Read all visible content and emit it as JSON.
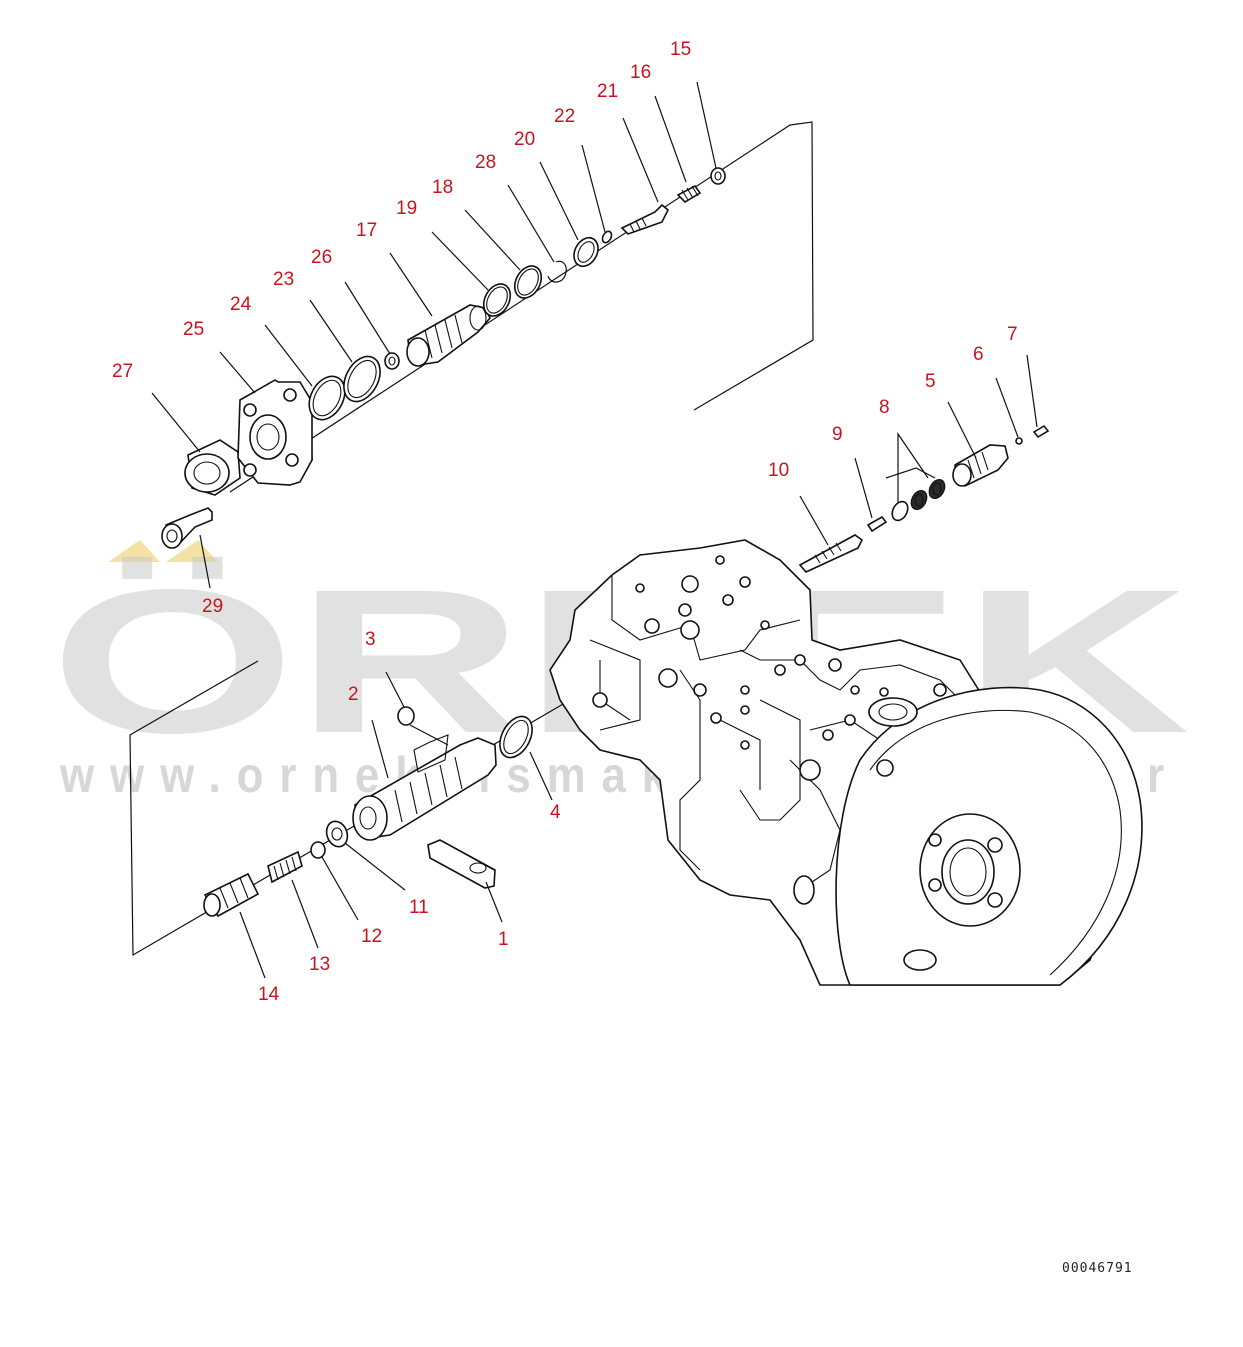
{
  "watermark": {
    "brand": "ÖRNEK",
    "url": "www.orneknismakinaları.com.tr",
    "accent_color": "#f3e2a3"
  },
  "reference_code": "00046791",
  "colors": {
    "callout": "#c8141e",
    "line": "#111111",
    "watermark": "#c9c9c9"
  },
  "callouts": [
    {
      "id": "1",
      "label": "1"
    },
    {
      "id": "2",
      "label": "2"
    },
    {
      "id": "3",
      "label": "3"
    },
    {
      "id": "4",
      "label": "4"
    },
    {
      "id": "5",
      "label": "5"
    },
    {
      "id": "6",
      "label": "6"
    },
    {
      "id": "7",
      "label": "7"
    },
    {
      "id": "8",
      "label": "8"
    },
    {
      "id": "9",
      "label": "9"
    },
    {
      "id": "10",
      "label": "10"
    },
    {
      "id": "11",
      "label": "11"
    },
    {
      "id": "12",
      "label": "12"
    },
    {
      "id": "13",
      "label": "13"
    },
    {
      "id": "14",
      "label": "14"
    },
    {
      "id": "15",
      "label": "15"
    },
    {
      "id": "16",
      "label": "16"
    },
    {
      "id": "17",
      "label": "17"
    },
    {
      "id": "18",
      "label": "18"
    },
    {
      "id": "19",
      "label": "19"
    },
    {
      "id": "20",
      "label": "20"
    },
    {
      "id": "21",
      "label": "21"
    },
    {
      "id": "22",
      "label": "22"
    },
    {
      "id": "23",
      "label": "23"
    },
    {
      "id": "24",
      "label": "24"
    },
    {
      "id": "25",
      "label": "25"
    },
    {
      "id": "26",
      "label": "26"
    },
    {
      "id": "27",
      "label": "27"
    },
    {
      "id": "28",
      "label": "28"
    },
    {
      "id": "29",
      "label": "29"
    }
  ]
}
